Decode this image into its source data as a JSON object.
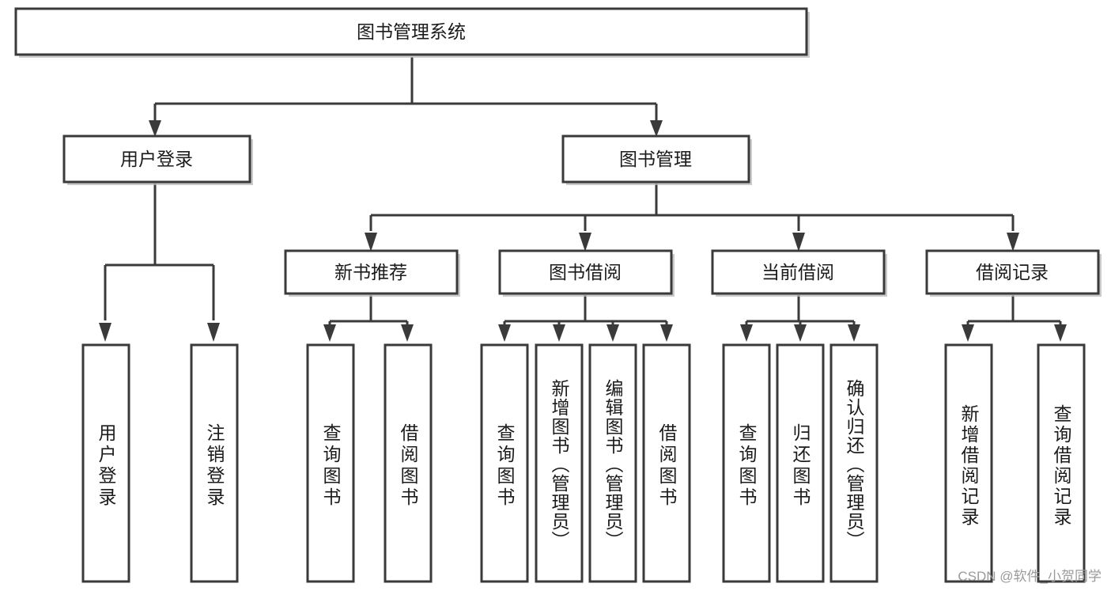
{
  "diagram": {
    "type": "tree",
    "title": "图书管理系统",
    "orientation": "top-down",
    "root": {
      "label": "图书管理系统"
    },
    "level1": [
      {
        "label": "用户登录"
      },
      {
        "label": "图书管理"
      }
    ],
    "level2": [
      {
        "label": "新书推荐"
      },
      {
        "label": "图书借阅"
      },
      {
        "label": "当前借阅"
      },
      {
        "label": "借阅记录"
      }
    ],
    "leaves": {
      "user_login": [
        "用户登录",
        "注销登录"
      ],
      "new_book_recommend": [
        "查询图书",
        "借阅图书"
      ],
      "book_borrow": [
        "查询图书",
        "新增图书（管理员）",
        "编辑图书（管理员）",
        "借阅图书"
      ],
      "current_borrow": [
        "查询图书",
        "归还图书",
        "确认归还（管理员）"
      ],
      "borrow_record": [
        "新增借阅记录",
        "查询借阅记录"
      ]
    }
  },
  "watermark": {
    "text": "CSDN @软件_小贺同学"
  },
  "colors": {
    "stroke": "#3a3a3a",
    "fill": "#ffffff",
    "text": "#1b1b1b",
    "watermark": "#9a9a9a"
  }
}
